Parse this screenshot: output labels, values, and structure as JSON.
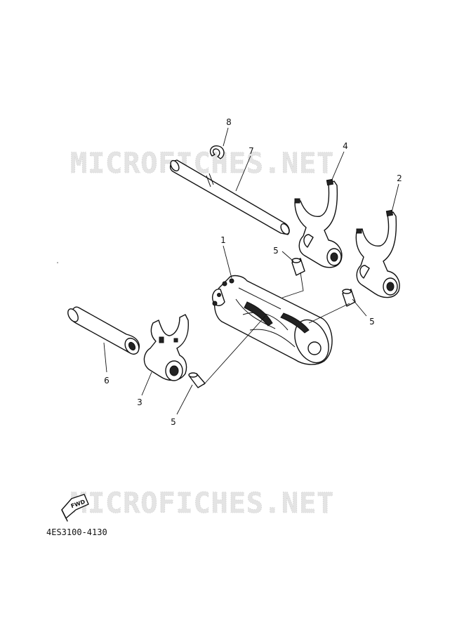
{
  "watermarks": [
    "MICROFICHES.NET",
    "MICROFICHES.NET"
  ],
  "callouts": [
    {
      "id": "shift-cam",
      "label": "1"
    },
    {
      "id": "shift-fork-2",
      "label": "2"
    },
    {
      "id": "shift-fork-3",
      "label": "3"
    },
    {
      "id": "shift-fork-4",
      "label": "4"
    },
    {
      "id": "guide-bar-a",
      "label": "5"
    },
    {
      "id": "guide-bar-b",
      "label": "5"
    },
    {
      "id": "guide-bar-c",
      "label": "5"
    },
    {
      "id": "collar",
      "label": "6"
    },
    {
      "id": "shift-fork-shaft",
      "label": "7"
    },
    {
      "id": "circlip",
      "label": "8"
    }
  ],
  "fwd_badge": "FWD",
  "diagram_code": "4ES3100-4130"
}
